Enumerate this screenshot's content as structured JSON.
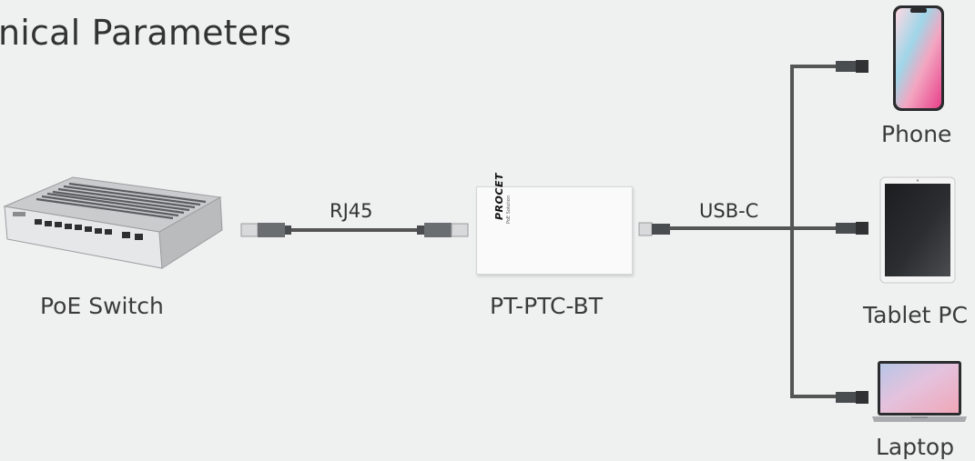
{
  "title": "nical Parameters",
  "devices": {
    "switch": "PoE Switch",
    "adapter": "PT-PTC-BT",
    "phone": "Phone",
    "tablet": "Tablet PC",
    "laptop": "Laptop"
  },
  "cables": {
    "left": "RJ45",
    "right": "USB-C"
  },
  "adapter_brand": "PROCET",
  "adapter_sub": "PoE Solution"
}
